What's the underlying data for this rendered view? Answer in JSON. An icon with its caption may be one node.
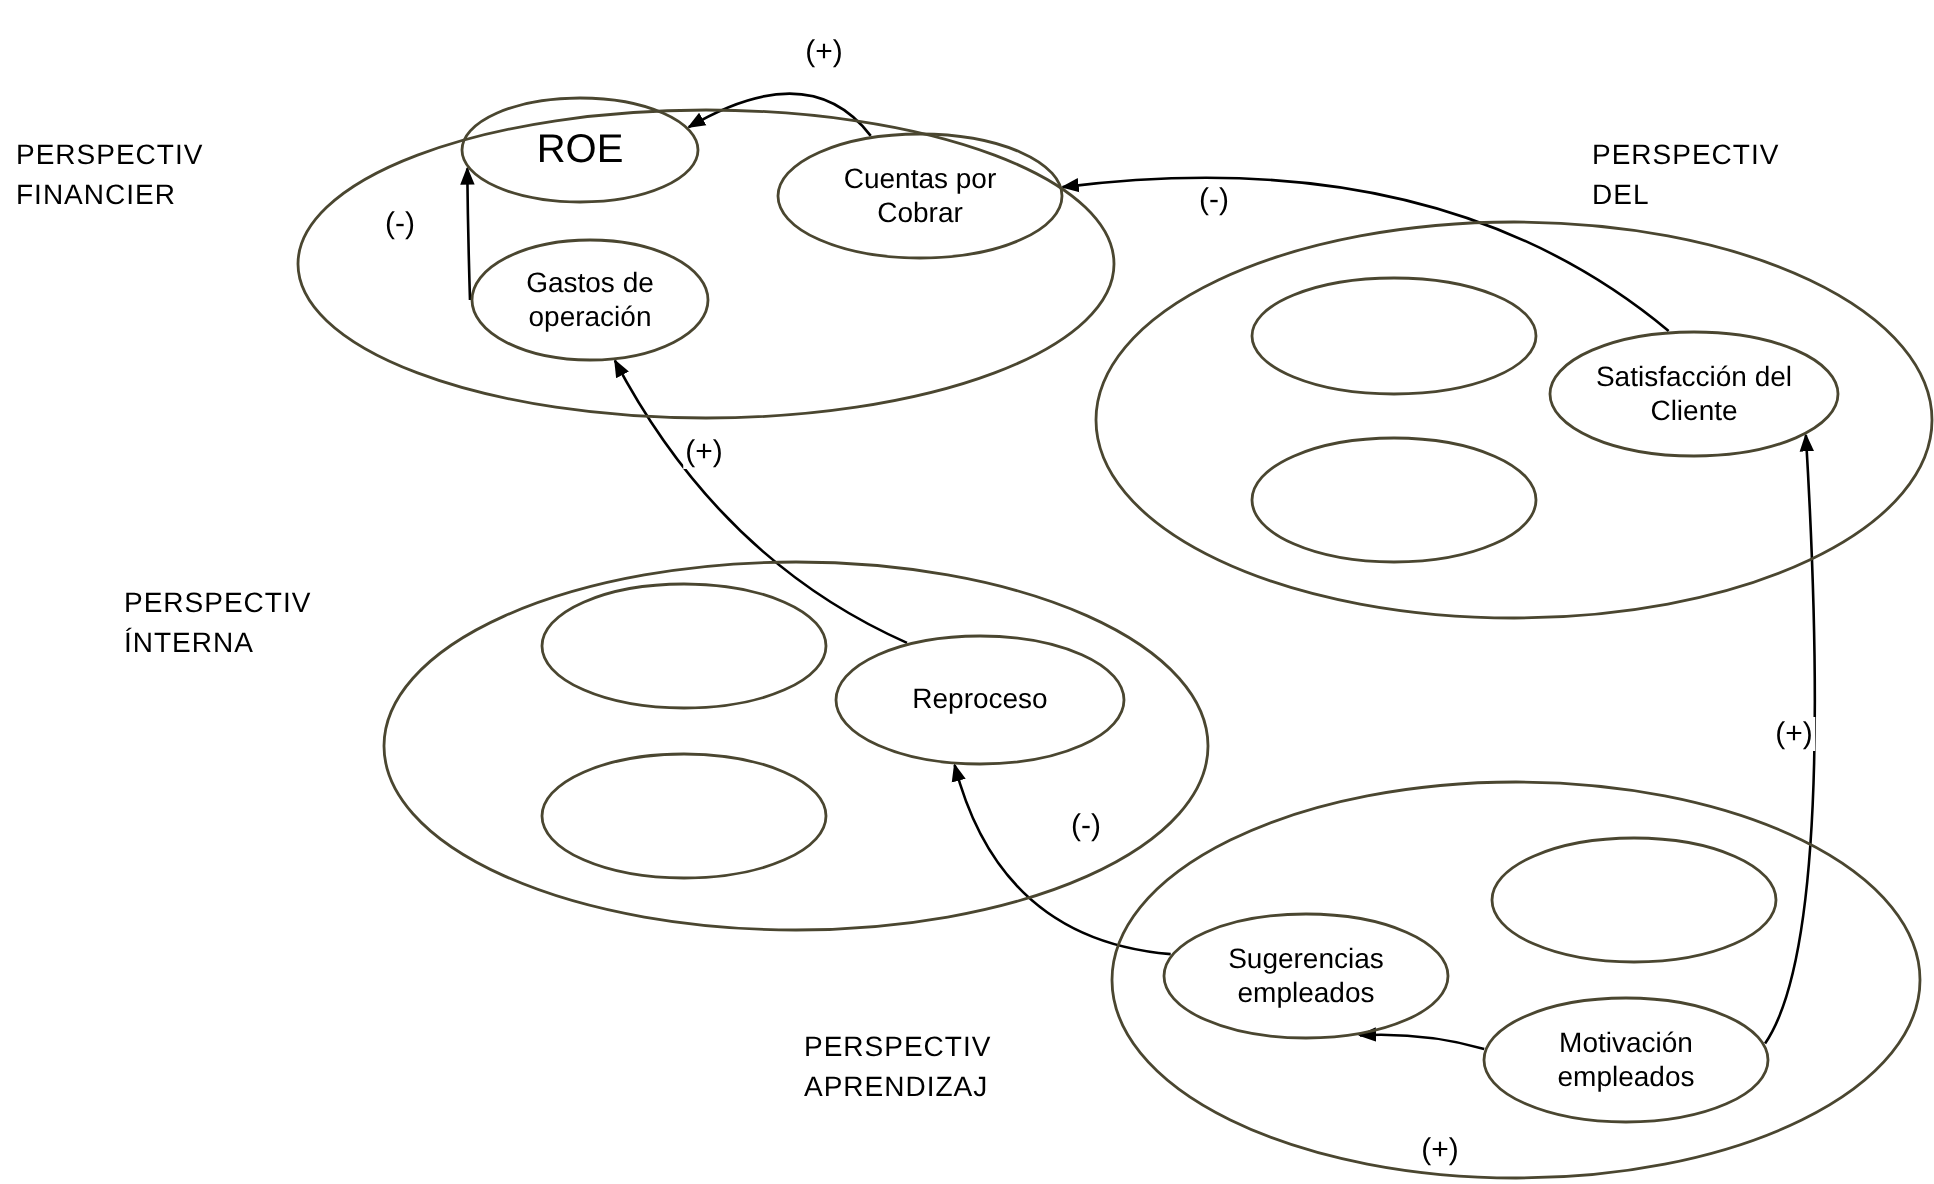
{
  "diagram": {
    "nodes": [
      {
        "text": [
          "PERSPECTIV FINANCIER"
        ]
      },
      {
        "text": [
          "ROE"
        ],
        "in": 0
      },
      {
        "text": [
          "Cuentas por Cobrar"
        ],
        "in": 0
      },
      {
        "text": [
          "Gastos de operación"
        ],
        "in": 0
      },
      {
        "text": [
          "PERSPECTIV DEL"
        ]
      },
      {
        "text": [],
        "shape": "circle",
        "in": 4
      },
      {
        "text": [],
        "shape": "circle",
        "in": 4
      },
      {
        "text": [
          "Satisfacción del Cliente"
        ],
        "in": 4
      },
      {
        "text": [
          "PERSPECTIV ÍNTERNA"
        ]
      },
      {
        "text": [],
        "shape": "circle",
        "in": 8
      },
      {
        "text": [],
        "shape": "circle",
        "in": 8
      },
      {
        "text": [
          "Reproceso"
        ],
        "in": 8
      },
      {
        "text": [
          "PERSPECTIV APRENDIZAJ"
        ]
      },
      {
        "text": [
          "Sugerencias empleados"
        ],
        "in": 12
      },
      {
        "text": [],
        "shape": "circle",
        "in": 12
      },
      {
        "text": [
          "Motivación empleados"
        ],
        "in": 12
      }
    ],
    "edges": [
      {
        "from": 2,
        "to": 1,
        "arrow": "to",
        "label": "(+)"
      },
      {
        "from": 3,
        "to": 1,
        "arrow": "to",
        "label": "(-)"
      },
      {
        "from": 7,
        "to": 2,
        "arrow": "to",
        "label": "(-)"
      },
      {
        "from": 11,
        "to": 3,
        "arrow": "to",
        "label": "(+)"
      },
      {
        "from": 13,
        "to": 11,
        "arrow": "to",
        "label": "(-)"
      },
      {
        "from": 15,
        "to": 7,
        "arrow": "to",
        "label": "(+)"
      },
      {
        "from": 15,
        "to": 13,
        "arrow": "to",
        "label": "(+)"
      }
    ]
  }
}
